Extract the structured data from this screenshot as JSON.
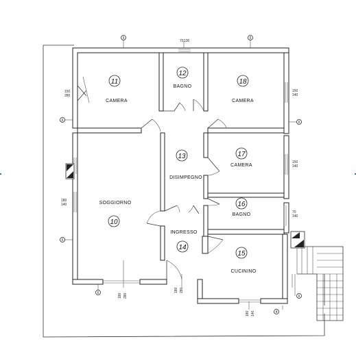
{
  "rooms": [
    {
      "id": "11",
      "name": "CAMERA"
    },
    {
      "id": "12",
      "name": "BAGNO"
    },
    {
      "id": "18",
      "name": "CAMERA"
    },
    {
      "id": "13",
      "name": "DISIMPEGNO"
    },
    {
      "id": "17",
      "name": "CAMERA"
    },
    {
      "id": "10",
      "name": "SOGGIORNO"
    },
    {
      "id": "16",
      "name": "BAGNO"
    },
    {
      "id": "14",
      "name": "INGRESSO"
    },
    {
      "id": "15",
      "name": "CUCININO"
    }
  ],
  "dimensions": {
    "top_bagno_a": "70",
    "top_bagno_b": "130",
    "camera11_a": "150",
    "camera11_b": "280",
    "camera18_a": "150",
    "camera18_b": "140",
    "camera17_a": "150",
    "camera17_b": "140",
    "soggiorno_a": "180",
    "soggiorno_b": "140",
    "bagno16_a": "70",
    "bagno16_b": "140",
    "soggiorno_bottom_a": "180",
    "soggiorno_bottom_b": "280",
    "ingresso_a": "180",
    "ingresso_b": "280",
    "cucinino_a": "180",
    "cucinino_b": "140"
  },
  "markers": [
    "5",
    "5",
    "6",
    "6",
    "6",
    "6",
    "4",
    "6"
  ]
}
